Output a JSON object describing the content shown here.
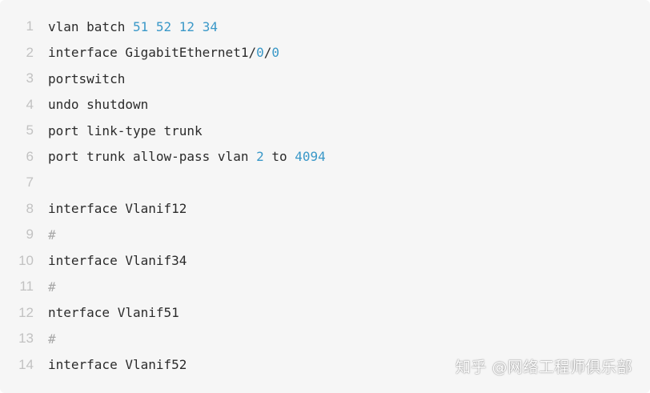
{
  "code": {
    "lines": [
      {
        "number": "1",
        "tokens": [
          {
            "text": "vlan batch ",
            "type": "plain"
          },
          {
            "text": "51",
            "type": "num"
          },
          {
            "text": " ",
            "type": "plain"
          },
          {
            "text": "52",
            "type": "num"
          },
          {
            "text": " ",
            "type": "plain"
          },
          {
            "text": "12",
            "type": "num"
          },
          {
            "text": " ",
            "type": "plain"
          },
          {
            "text": "34",
            "type": "num"
          }
        ]
      },
      {
        "number": "2",
        "tokens": [
          {
            "text": "interface GigabitEthernet1/",
            "type": "plain"
          },
          {
            "text": "0",
            "type": "num"
          },
          {
            "text": "/",
            "type": "plain"
          },
          {
            "text": "0",
            "type": "num"
          }
        ]
      },
      {
        "number": "3",
        "tokens": [
          {
            "text": "portswitch",
            "type": "plain"
          }
        ]
      },
      {
        "number": "4",
        "tokens": [
          {
            "text": "undo shutdown",
            "type": "plain"
          }
        ]
      },
      {
        "number": "5",
        "tokens": [
          {
            "text": "port link-type trunk",
            "type": "plain"
          }
        ]
      },
      {
        "number": "6",
        "tokens": [
          {
            "text": "port trunk allow-pass vlan ",
            "type": "plain"
          },
          {
            "text": "2",
            "type": "num"
          },
          {
            "text": " to ",
            "type": "plain"
          },
          {
            "text": "4094",
            "type": "num"
          }
        ]
      },
      {
        "number": "7",
        "tokens": []
      },
      {
        "number": "8",
        "tokens": [
          {
            "text": "interface Vlanif12",
            "type": "plain"
          }
        ]
      },
      {
        "number": "9",
        "tokens": [
          {
            "text": "#",
            "type": "comment"
          }
        ]
      },
      {
        "number": "10",
        "tokens": [
          {
            "text": "interface Vlanif34",
            "type": "plain"
          }
        ]
      },
      {
        "number": "11",
        "tokens": [
          {
            "text": "#",
            "type": "comment"
          }
        ]
      },
      {
        "number": "12",
        "tokens": [
          {
            "text": "nterface Vlanif51",
            "type": "plain"
          }
        ]
      },
      {
        "number": "13",
        "tokens": [
          {
            "text": "#",
            "type": "comment"
          }
        ]
      },
      {
        "number": "14",
        "tokens": [
          {
            "text": "interface Vlanif52",
            "type": "plain"
          }
        ]
      }
    ]
  },
  "watermark": {
    "text": "知乎 @网络工程师俱乐部"
  },
  "colors": {
    "background": "#f6f6f6",
    "line_number": "#c2c2c2",
    "code_text": "#2b2b2b",
    "number_literal": "#3a98c8",
    "comment": "#a8a8a8"
  }
}
